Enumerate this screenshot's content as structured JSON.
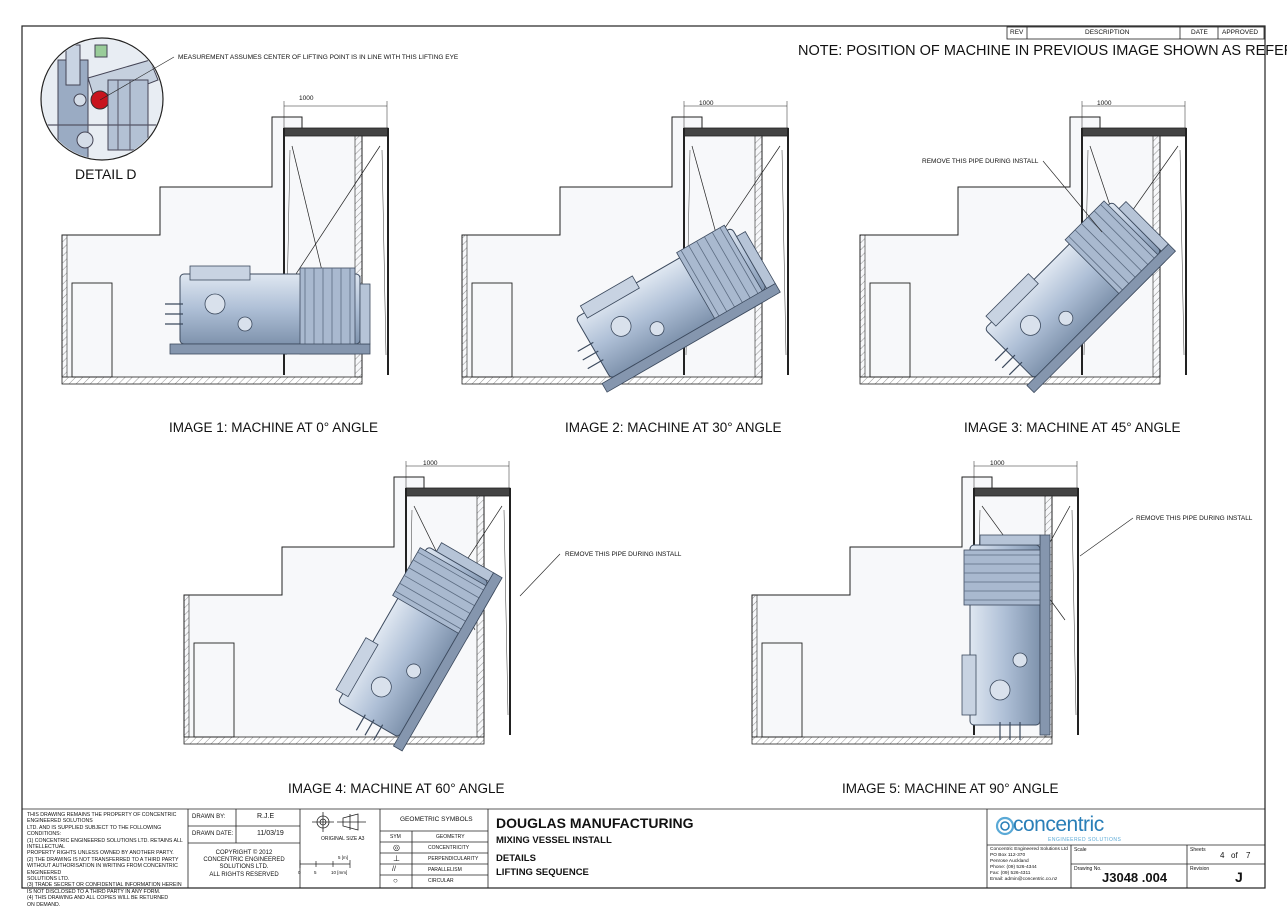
{
  "note": "NOTE: POSITION OF MACHINE IN PREVIOUS IMAGE SHOWN AS REFERENCE",
  "revision_table": {
    "rev": "REV",
    "description": "DESCRIPTION",
    "date": "DATE",
    "approved": "APPROVED"
  },
  "detail": {
    "label": "DETAIL D",
    "callout": "MEASUREMENT ASSUMES CENTER OF LIFTING POINT IS IN LINE WITH THIS LIFTING EYE"
  },
  "images": [
    {
      "caption": "IMAGE 1: MACHINE AT 0° ANGLE",
      "dimension": "1000",
      "angle": 0
    },
    {
      "caption": "IMAGE 2: MACHINE AT 30° ANGLE",
      "dimension": "1000",
      "angle": 30
    },
    {
      "caption": "IMAGE 3: MACHINE AT 45° ANGLE",
      "dimension": "1000",
      "angle": 45,
      "callout": "REMOVE THIS PIPE DURING INSTALL"
    },
    {
      "caption": "IMAGE 4: MACHINE AT 60° ANGLE",
      "dimension": "1000",
      "angle": 60,
      "callout": "REMOVE THIS PIPE DURING INSTALL"
    },
    {
      "caption": "IMAGE 5: MACHINE AT 90° ANGLE",
      "dimension": "1000",
      "angle": 90,
      "callout": "REMOVE THIS PIPE DURING INSTALL"
    }
  ],
  "title_block": {
    "disclaimer": [
      "THIS DRAWING REMAINS THE PROPERTY OF CONCENTRIC ENGINEERED SOLUTIONS",
      "LTD. AND IS SUPPLIED SUBJECT TO THE FOLLOWING CONDITIONS:",
      "(1) CONCENTRIC ENGINEERED SOLUTIONS LTD. RETAINS ALL INTELLECTUAL",
      "PROPERTY RIGHTS UNLESS OWNED BY ANOTHER PARTY.",
      "(2) THE DRAWING IS NOT TRANSFERRED TO A THIRD PARTY",
      "WITHOUT AUTHORISATION IN WRITING FROM CONCENTRIC ENGINEERED",
      "SOLUTIONS LTD.",
      "(3) TRADE SECRET OR CONFIDENTIAL INFORMATION HEREIN",
      "IS NOT DISCLOSED TO A THIRD PARTY IN ANY FORM.",
      "(4) THIS DRAWING AND ALL COPIES WILL BE RETURNED",
      "ON DEMAND."
    ],
    "drawn_by_label": "DRAWN BY:",
    "drawn_by": "R.J.E",
    "drawn_date_label": "DRAWN DATE:",
    "drawn_date": "11/03/19",
    "original_size": "ORIGINAL SIZE A3",
    "copyright": [
      "COPYRIGHT © 2012",
      "CONCENTRIC ENGINEERED",
      "SOLUTIONS LTD.",
      "ALL RIGHTS RESERVED"
    ],
    "scale_bar": {
      "unit_top": "5 [m]",
      "ticks": [
        "0",
        "5",
        "10 [mm]"
      ]
    },
    "geometric_symbols": {
      "title": "GEOMETRIC SYMBOLS",
      "sym_header": "SYM",
      "geometry_header": "GEOMETRY",
      "rows": [
        {
          "sym": "◎",
          "name": "CONCENTRICITY"
        },
        {
          "sym": "⊥",
          "name": "PERPENDICULARITY"
        },
        {
          "sym": "//",
          "name": "PARALLELISM"
        },
        {
          "sym": "○",
          "name": "CIRCULAR"
        }
      ]
    },
    "client": "DOUGLAS MANUFACTURING",
    "project": "MIXING VESSEL INSTALL",
    "title_line1": "DETAILS",
    "title_line2": "LIFTING SEQUENCE",
    "logo": {
      "wordmark": "concentric",
      "tagline": "ENGINEERED SOLUTIONS"
    },
    "company_lines": [
      "Concentric Engineered Solutions Ltd",
      "PO Box 112-370",
      "Penrose Auckland",
      "Phone: (09) 526-4344",
      "Fax:    (09) 526-4311",
      "Email: admin@concentric.co.nz"
    ],
    "scale_label": "Scale",
    "sheets_label": "Sheets",
    "sheet_no": "4",
    "sheet_of": "of",
    "sheet_total": "7",
    "drawing_no_label": "Drawing No.",
    "drawing_no": "J3048 .004",
    "revision_label": "Revision",
    "revision": "J"
  },
  "colors": {
    "line": "#222222",
    "machine_body": "#b9c8dc",
    "machine_dark": "#5d6d83",
    "hatch": "#888888",
    "detail_red": "#c8141e",
    "logo_blue": "#2a7fb8",
    "logo_ring": "#5aa9d6"
  }
}
